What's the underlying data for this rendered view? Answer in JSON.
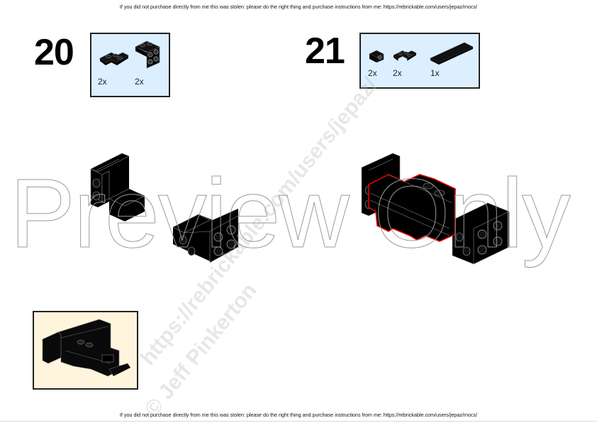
{
  "notice": {
    "top": "If you did not purchase directly from me this was stolen: please do the right thing and purchase instructions from me: https://rebrickable.com/users/jepaz/mocs/",
    "bottom": "If you did not purchase directly from me this was stolen: please do the right thing and purchase instructions from me: https://rebrickable.com/users/jepaz/mocs/"
  },
  "steps": [
    {
      "number": "20",
      "parts": [
        {
          "icon": "corner-plate-icon",
          "qty": "2x"
        },
        {
          "icon": "bracket-1x2-2x2-icon",
          "qty": "2x"
        }
      ]
    },
    {
      "number": "21",
      "parts": [
        {
          "icon": "bracket-1x1-icon",
          "qty": "2x"
        },
        {
          "icon": "corner-plate-icon",
          "qty": "2x"
        },
        {
          "icon": "tile-1x4-icon",
          "qty": "1x"
        }
      ]
    }
  ],
  "submodel_box": {
    "background": "#fff5dc"
  },
  "parts_box": {
    "background": "#dcefff"
  },
  "highlight_color": "#e00000",
  "watermark": {
    "preview": "Preview Only",
    "url": "https://rebrickable.com/users/jepaz/",
    "author": "© Jeff Pinkerton"
  }
}
